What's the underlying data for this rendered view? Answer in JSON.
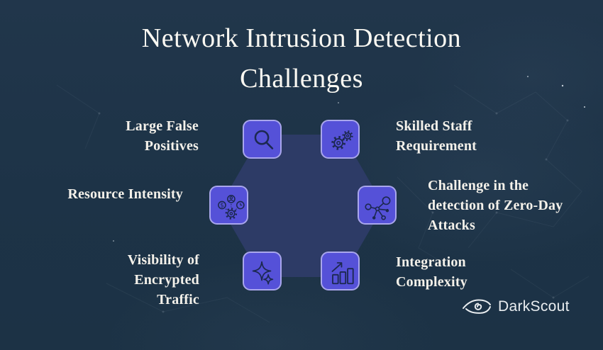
{
  "title": {
    "line1": "Network Intrusion Detection",
    "line2": "Challenges"
  },
  "items": [
    {
      "id": "large-false-positives",
      "icon": "search-icon",
      "lines": [
        "Large False",
        "Positives"
      ]
    },
    {
      "id": "skilled-staff-requirement",
      "icon": "gears-icon",
      "lines": [
        "Skilled Staff",
        "Requirement"
      ]
    },
    {
      "id": "resource-intensity",
      "icon": "resources-icon",
      "lines": [
        "Resource Intensity"
      ]
    },
    {
      "id": "zero-day-detection",
      "icon": "network-nodes-icon",
      "lines": [
        "Challenge in the",
        "detection of Zero-Day",
        "Attacks"
      ]
    },
    {
      "id": "visibility-encrypted-traffic",
      "icon": "sparkles-icon",
      "lines": [
        "Visibility of",
        "Encrypted",
        "Traffic"
      ]
    },
    {
      "id": "integration-complexity",
      "icon": "bar-chart-icon",
      "lines": [
        "Integration",
        "Complexity"
      ]
    }
  ],
  "brand": {
    "name": "DarkScout",
    "icon": "eye-logo-icon"
  },
  "colors": {
    "background": "#1d3347",
    "hexagon": "#2d3b66",
    "tile": "#5551d8",
    "tile_border": "#b1aeee",
    "icon_stroke": "#1c2850",
    "label_text": "#f4f1ea",
    "title_text": "#faf8f2",
    "brand_text": "#e9edf0"
  }
}
